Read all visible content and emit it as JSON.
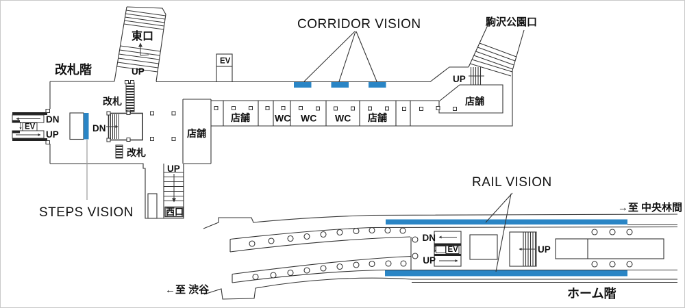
{
  "colors": {
    "accent_blue": "#2a85c5",
    "floor_label_blue": "#4a90c8",
    "vision_pink": "#e96e86",
    "line": "#333333"
  },
  "annotations": {
    "corridor_vision": "CORRIDOR VISION",
    "steps_vision": "STEPS VISION",
    "rail_vision": "RAIL VISION"
  },
  "concourse": {
    "floor_label": "改札階",
    "east_exit": {
      "name": "東口",
      "up": "UP"
    },
    "park_exit": {
      "name": "駒沢公園口",
      "up": "UP"
    },
    "west_exit": {
      "name": "西口",
      "up": "UP"
    },
    "gates": {
      "top": "改札",
      "bottom": "改札"
    },
    "west_bay": {
      "dn": "DN",
      "ev": "EV",
      "up": "UP"
    },
    "steps_dn": "DN",
    "corridor_ev": "EV",
    "shop_left": "店舗",
    "shop_right": "店舗",
    "rooms": [
      "店舗",
      "WC",
      "WC",
      "WC",
      "店舗"
    ]
  },
  "platform": {
    "floor_label": "ホーム階",
    "to_right": "→至 中央林間",
    "to_left": "←至 渋谷",
    "escalators": {
      "dn": "DN",
      "ev": "EV",
      "up": "UP"
    },
    "stairs_up": "UP"
  }
}
